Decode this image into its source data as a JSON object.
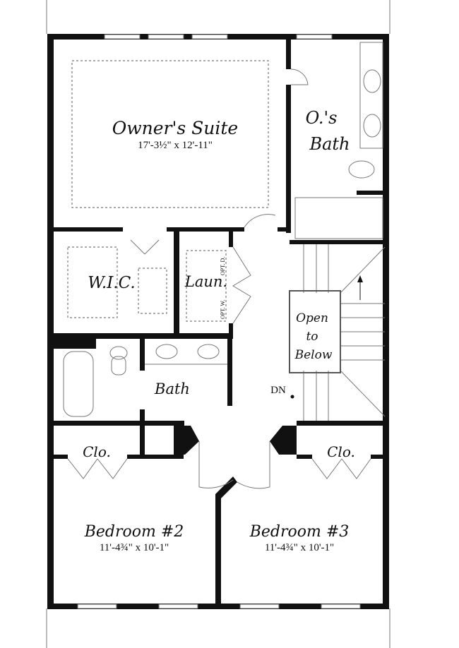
{
  "plan": {
    "rooms": {
      "owners_suite": {
        "name": "Owner's Suite",
        "size": "17'-3½\" x 12'-11\""
      },
      "owners_bath": {
        "line1": "O.'s",
        "line2": "Bath"
      },
      "wic": {
        "name": "W.I.C."
      },
      "laundry": {
        "name": "Laun.",
        "opt_d": "OPT. D.",
        "opt_w": "OPT. W."
      },
      "open_below": {
        "line1": "Open",
        "line2": "to",
        "line3": "Below"
      },
      "bath": {
        "name": "Bath"
      },
      "closet_left": {
        "name": "Clo."
      },
      "closet_right": {
        "name": "Clo."
      },
      "bedroom2": {
        "name": "Bedroom #2",
        "size": "11'-4¾\" x 10'-1\""
      },
      "bedroom3": {
        "name": "Bedroom #3",
        "size": "11'-4¾\" x 10'-1\""
      }
    },
    "stairs_label": "DN"
  }
}
